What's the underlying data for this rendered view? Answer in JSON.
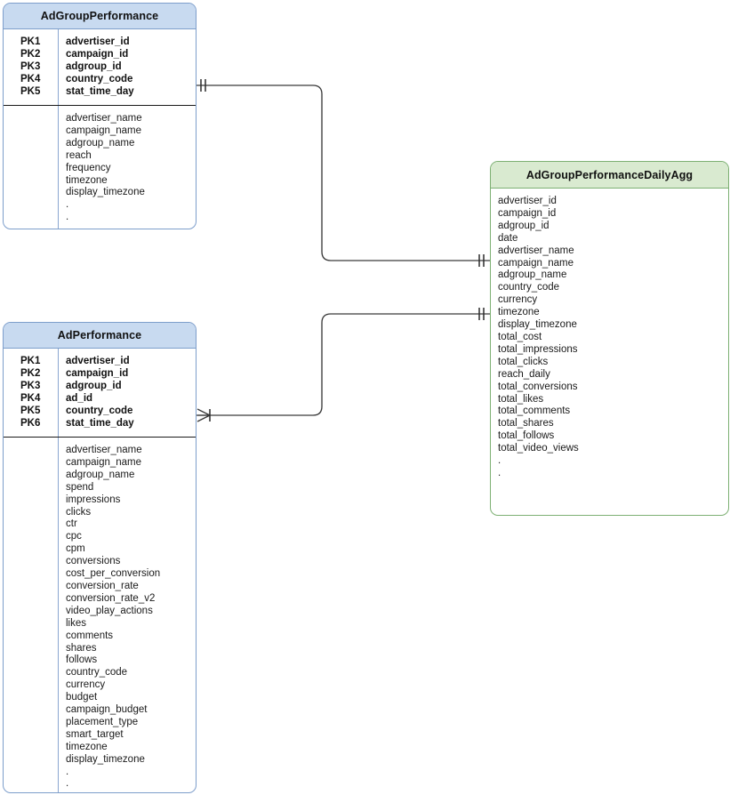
{
  "diagram": {
    "type": "entity-relationship-diagram",
    "background": "#ffffff",
    "colors": {
      "source_header_fill": "#c8daf0",
      "source_border": "#7d9ecb",
      "target_header_fill": "#d9ead0",
      "target_border": "#7db073",
      "connector_stroke": "#3a3a3a",
      "divider": "#1a1a1a"
    }
  },
  "entities": [
    {
      "id": "adgroupperformance",
      "title": "AdGroupPerformance",
      "style": "blue",
      "key_labels": [
        "PK1",
        "PK2",
        "PK3",
        "PK4",
        "PK5"
      ],
      "keys": [
        "advertiser_id",
        "campaign_id",
        "adgroup_id",
        "country_code",
        "stat_time_day"
      ],
      "attributes": [
        "advertiser_name",
        "campaign_name",
        "adgroup_name",
        "reach",
        "frequency",
        "timezone",
        "display_timezone",
        ".",
        "."
      ]
    },
    {
      "id": "adperformance",
      "title": "AdPerformance",
      "style": "blue",
      "key_labels": [
        "PK1",
        "PK2",
        "PK3",
        "PK4",
        "PK5",
        "PK6"
      ],
      "keys": [
        "advertiser_id",
        "campaign_id",
        "adgroup_id",
        "ad_id",
        "country_code",
        "stat_time_day"
      ],
      "attributes": [
        "advertiser_name",
        "campaign_name",
        "adgroup_name",
        "spend",
        "impressions",
        "clicks",
        "ctr",
        "cpc",
        "cpm",
        "conversions",
        "cost_per_conversion",
        "conversion_rate",
        "conversion_rate_v2",
        "video_play_actions",
        "likes",
        "comments",
        "shares",
        "follows",
        "country_code",
        "currency",
        "budget",
        "campaign_budget",
        "placement_type",
        "smart_target",
        "timezone",
        "display_timezone",
        ".",
        "."
      ]
    },
    {
      "id": "dailyagg",
      "title": "AdGroupPerformanceDailyAgg",
      "style": "green",
      "key_labels": [],
      "keys": [],
      "attributes": [
        "advertiser_id",
        "campaign_id",
        "adgroup_id",
        "date",
        "advertiser_name",
        "campaign_name",
        "adgroup_name",
        "country_code",
        "currency",
        "timezone",
        "display_timezone",
        "total_cost",
        "total_impressions",
        "total_clicks",
        "reach_daily",
        "total_conversions",
        "total_likes",
        "total_comments",
        "total_shares",
        "total_follows",
        "total_video_views",
        ".",
        "."
      ]
    }
  ],
  "relationships": [
    {
      "id": "rel-adgroupperformance-to-dailyagg",
      "from": "adgroupperformance",
      "to": "dailyagg",
      "from_cardinality": "one-and-only-one",
      "to_cardinality": "one-and-only-one",
      "from_notation": "||",
      "to_notation": "||"
    },
    {
      "id": "rel-adperformance-to-dailyagg",
      "from": "adperformance",
      "to": "dailyagg",
      "from_cardinality": "many",
      "to_cardinality": "one-and-only-one",
      "from_notation": "crow-foot",
      "to_notation": "||"
    }
  ]
}
